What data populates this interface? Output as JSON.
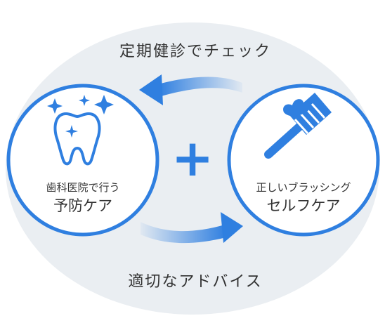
{
  "top_caption": "定期健診でチェック",
  "bottom_caption": "適切なアドバイス",
  "left_circle": {
    "sub_label": "歯科医院で行う",
    "main_label": "予防ケア",
    "icon": "sparkling-tooth-icon"
  },
  "right_circle": {
    "sub_label": "正しいブラッシング",
    "main_label": "セルフケア",
    "icon": "toothbrush-icon"
  },
  "center_symbol": "+",
  "colors": {
    "accent": "#2f7fe0",
    "background_ellipse": "#eaeef2",
    "caption_text": "#333333",
    "circle_fill": "#ffffff"
  }
}
